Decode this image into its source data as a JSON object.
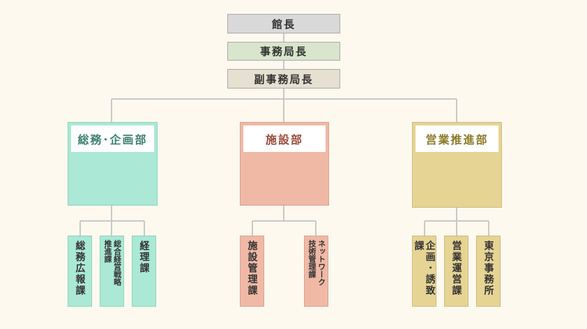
{
  "top": {
    "director": "館長",
    "secretary_general": "事務局長",
    "deputy_secretary_general": "副事務局長"
  },
  "departments": [
    {
      "title": "総務･企画部",
      "units": [
        {
          "label": "総務広報課"
        },
        {
          "label_col1": "推進課",
          "label_col2": "総合経営戦略"
        },
        {
          "label": "経理課"
        }
      ]
    },
    {
      "title": "施設部",
      "units": [
        {
          "label": "施設管理課"
        },
        {
          "label_col1": "技術管理課",
          "label_col2": "ネットワーク"
        }
      ]
    },
    {
      "title": "営業推進部",
      "units": [
        {
          "label": "企画･誘致課"
        },
        {
          "label": "営業運営課"
        },
        {
          "label": "東京事務所"
        }
      ]
    }
  ],
  "colors": {
    "background": "#fdf9ef",
    "director_fill": "#d9d9d9",
    "secretary_fill": "#d9e5cc",
    "deputy_fill": "#e6e0d1",
    "dept_general_fill": "#abe8d6",
    "dept_general_text": "#3f7f70",
    "dept_facility_fill": "#f0b9a6",
    "dept_facility_text": "#9b4a3c",
    "dept_sales_fill": "#e6d494",
    "dept_sales_text": "#8a7a2a",
    "connector": "#c8c8c8"
  }
}
